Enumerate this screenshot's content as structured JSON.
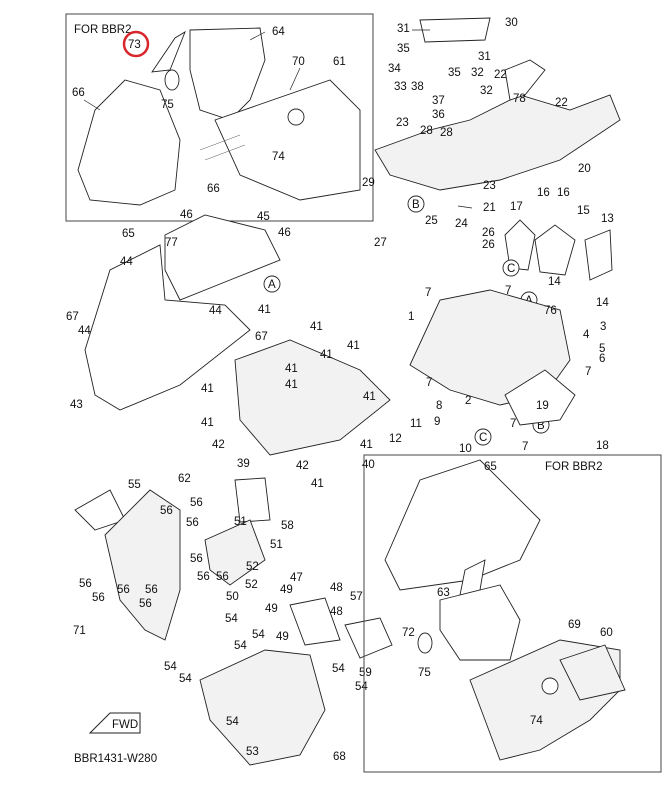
{
  "callouts": {
    "top_left_box": {
      "label": "FOR BBR2",
      "items": [
        "73",
        "64",
        "66",
        "75",
        "70",
        "61",
        "74",
        "66"
      ]
    },
    "bottom_right_box": {
      "label": "FOR BBR2",
      "items": [
        "65",
        "63",
        "72",
        "75",
        "69",
        "60",
        "74"
      ]
    },
    "parts": [
      "31",
      "30",
      "35",
      "31",
      "34",
      "33",
      "32",
      "22",
      "38",
      "37",
      "36",
      "78",
      "22",
      "23",
      "28",
      "28",
      "20",
      "23",
      "29",
      "21",
      "26",
      "24",
      "25",
      "27",
      "26",
      "17",
      "16",
      "16",
      "15",
      "13",
      "14",
      "14",
      "46",
      "45",
      "46",
      "65",
      "77",
      "44",
      "67",
      "44",
      "44",
      "43",
      "41",
      "41",
      "41",
      "41",
      "41",
      "41",
      "41",
      "41",
      "42",
      "39",
      "42",
      "41",
      "40",
      "41",
      "1",
      "3",
      "5",
      "6",
      "7",
      "7",
      "7",
      "76",
      "8",
      "2",
      "9",
      "10",
      "11",
      "12",
      "18",
      "19",
      "62",
      "58",
      "55",
      "56",
      "56",
      "56",
      "56",
      "56",
      "56",
      "56",
      "51",
      "51",
      "52",
      "50",
      "53",
      "47",
      "48",
      "48",
      "49",
      "49",
      "54",
      "54",
      "54",
      "54",
      "54",
      "54",
      "57",
      "59",
      "68",
      "71",
      "4"
    ]
  },
  "markers": {
    "a": "A",
    "b": "B",
    "c": "C"
  },
  "highlighted_part": "73",
  "fwd_label": "FWD",
  "drawing_code": "BBR1431-W280",
  "colors": {
    "highlight": "#d8262b",
    "line": "#222222"
  }
}
